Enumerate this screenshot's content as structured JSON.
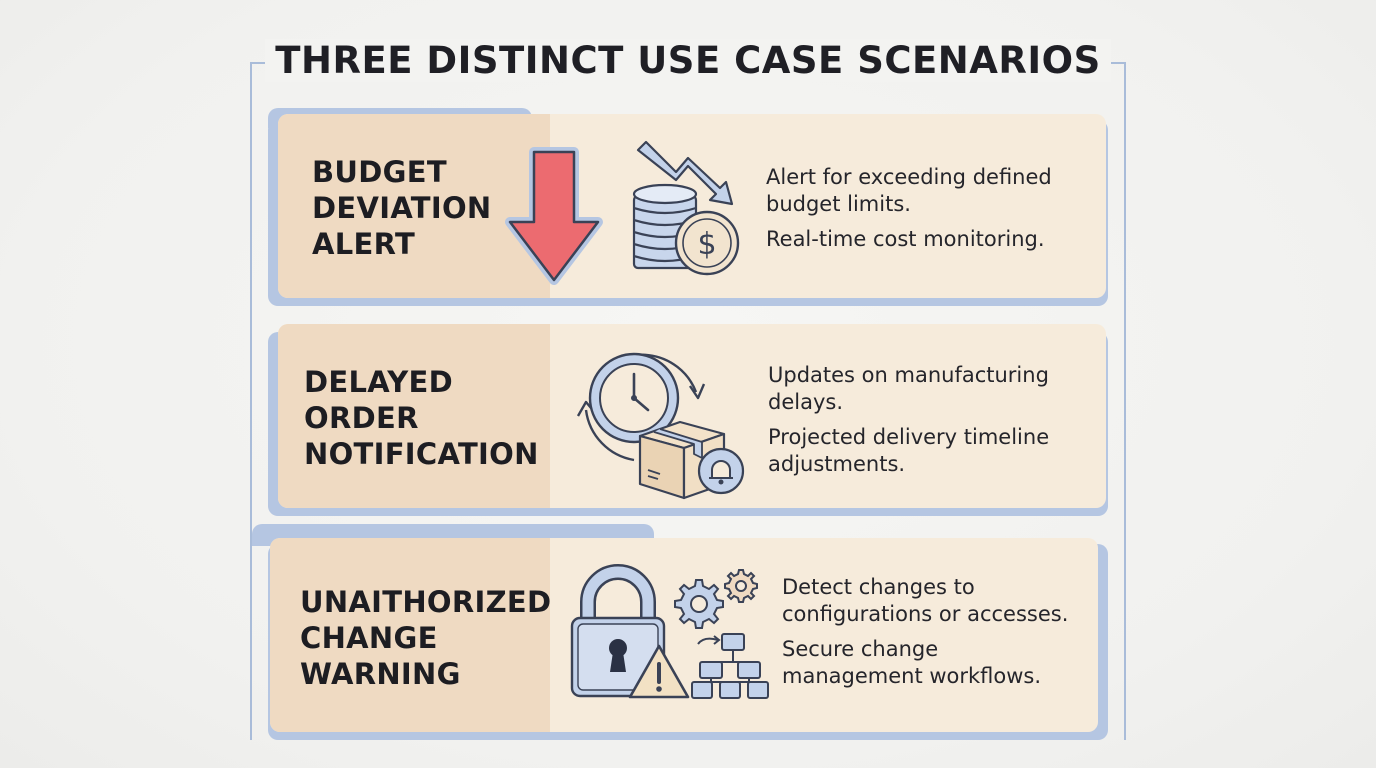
{
  "title": "THREE DISTINCT USE CASE SCENARIOS",
  "cards": [
    {
      "heading": [
        "BUDGET",
        "DEVIATION",
        "ALERT"
      ],
      "points": [
        [
          "Alert for exceeding defined",
          "budget limits."
        ],
        [
          "Real-time cost monitoring."
        ]
      ],
      "icons": [
        "down-arrow-icon",
        "falling-trend-arrow-icon",
        "coin-stack-icon",
        "dollar-coin-icon"
      ]
    },
    {
      "heading": [
        "DELAYED",
        "ORDER",
        "NOTIFICATION"
      ],
      "points": [
        [
          "Updates on manufacturing",
          "delays."
        ],
        [
          "Projected delivery timeline",
          "adjustments."
        ]
      ],
      "icons": [
        "clock-cycle-icon",
        "package-box-icon",
        "bell-icon"
      ]
    },
    {
      "heading": [
        "UNAITHORIZED",
        "CHANGE",
        "WARNING"
      ],
      "points": [
        [
          "Detect changes to",
          "configurations or accesses."
        ],
        [
          "Secure change",
          "management workflows."
        ]
      ],
      "icons": [
        "padlock-icon",
        "warning-triangle-icon",
        "gears-icon",
        "workflow-diagram-icon"
      ]
    }
  ],
  "colors": {
    "accent_blue": "#b5c6e2",
    "card_bg": "#f6ebdb",
    "card_left_bg": "#efdac2",
    "alert_red": "#ec6b70",
    "icon_stroke": "#3a4256"
  }
}
